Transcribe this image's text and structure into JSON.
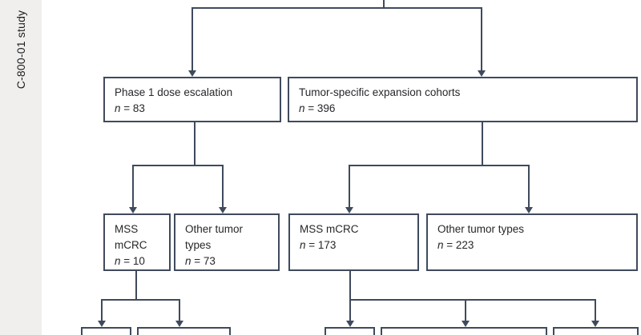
{
  "sidebar": {
    "label": "C-800-01 study"
  },
  "colors": {
    "line": "#3f4a5c",
    "text": "#27272b",
    "strip_bg": "#f0efee"
  },
  "diagram": {
    "type": "flowchart",
    "study_label": "C-800-01 study",
    "nodes": {
      "phase1": {
        "title": "Phase 1 dose escalation",
        "n_prefix": "n",
        "n_text": " = 83",
        "n_value": 83
      },
      "expansion": {
        "title": "Tumor-specific expansion cohorts",
        "n_prefix": "n",
        "n_text": " = 396",
        "n_value": 396
      },
      "phase1_mss": {
        "title": "MSS\nmCRC",
        "n_prefix": "n",
        "n_text": " = 10",
        "n_value": 10,
        "parent": "phase1"
      },
      "phase1_other": {
        "title": "Other tumor\ntypes",
        "n_prefix": "n",
        "n_text": " = 73",
        "n_value": 73,
        "parent": "phase1"
      },
      "expansion_mss": {
        "title": "MSS mCRC",
        "n_prefix": "n",
        "n_text": " = 173",
        "n_value": 173,
        "parent": "expansion"
      },
      "expansion_other": {
        "title": "Other tumor types",
        "n_prefix": "n",
        "n_text": " = 223",
        "n_value": 223,
        "parent": "expansion"
      }
    }
  }
}
